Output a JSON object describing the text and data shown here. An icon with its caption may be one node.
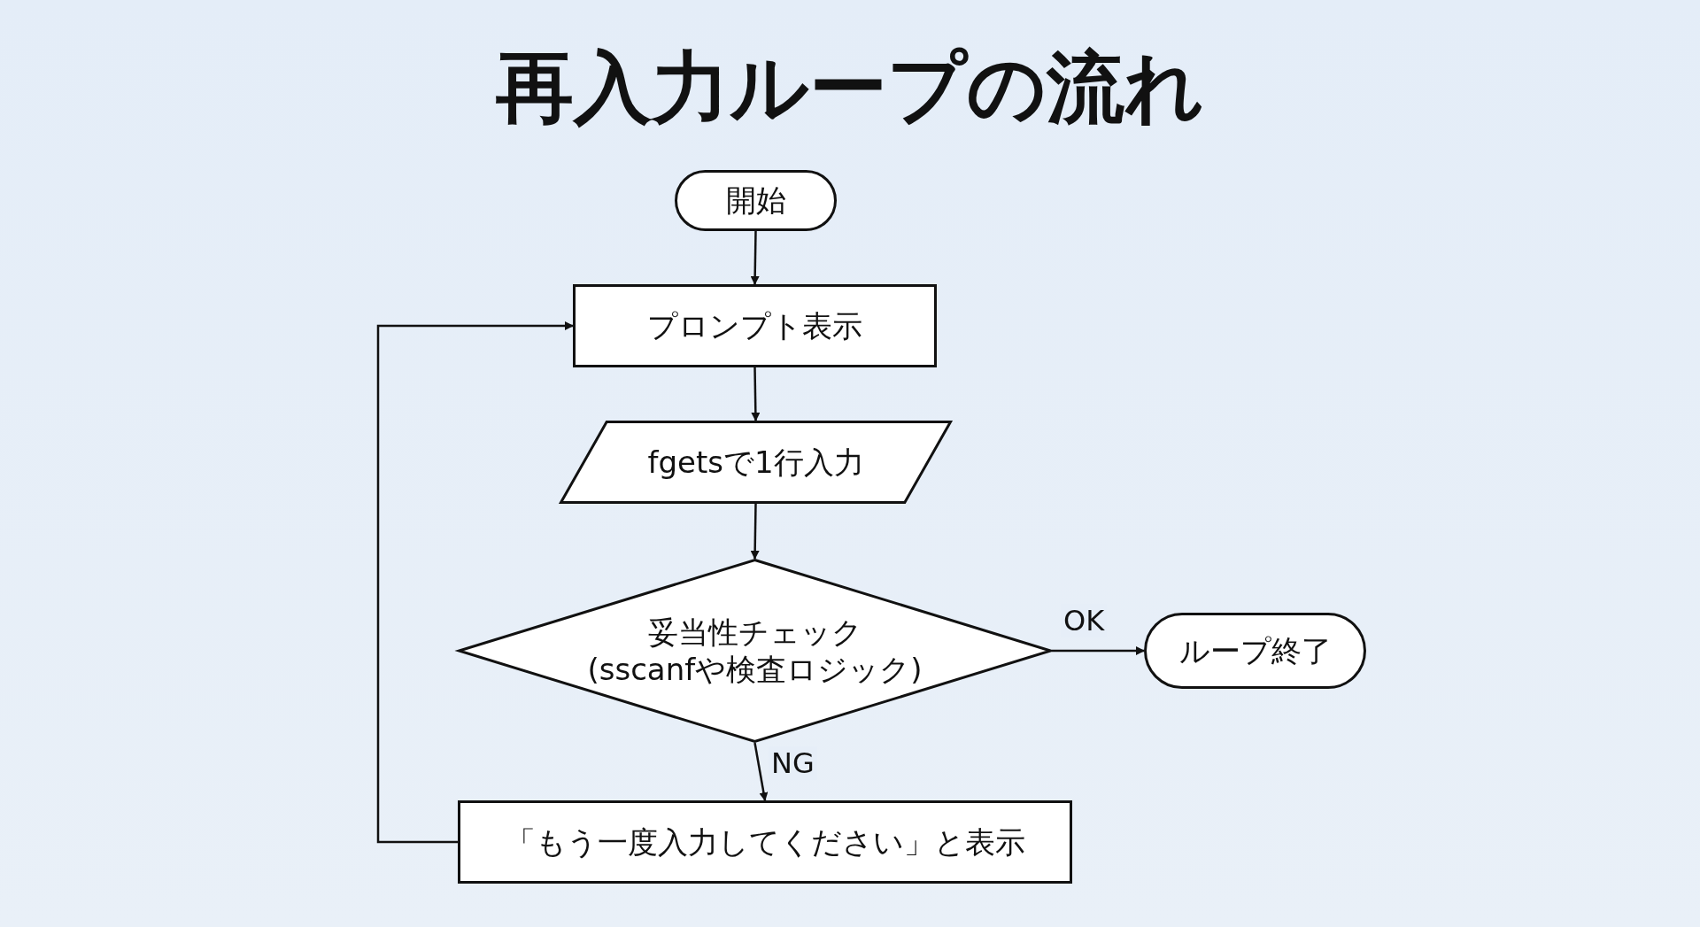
{
  "diagram": {
    "title": "再入力ループの流れ",
    "nodes": [
      {
        "text": [
          "開始"
        ]
      },
      {
        "text": [
          "プロンプト表示"
        ]
      },
      {
        "text": [
          "fgetsで1行入力"
        ]
      },
      {
        "text": [
          "妥当性チェック",
          "(sscanfや検査ロジック)"
        ]
      },
      {
        "text": [
          "ループ終了"
        ]
      },
      {
        "text": [
          "「もう一度入力してください」と表示"
        ]
      }
    ],
    "edges": [
      {
        "from": 0,
        "to": 1,
        "arrow": "to"
      },
      {
        "from": 1,
        "to": 2,
        "arrow": "to"
      },
      {
        "from": 2,
        "to": 3,
        "arrow": "to"
      },
      {
        "from": 3,
        "to": 4,
        "arrow": "to",
        "label": "OK"
      },
      {
        "from": 3,
        "to": 5,
        "arrow": "to",
        "label": "NG"
      },
      {
        "from": 5,
        "to": 1,
        "arrow": "to"
      }
    ]
  }
}
